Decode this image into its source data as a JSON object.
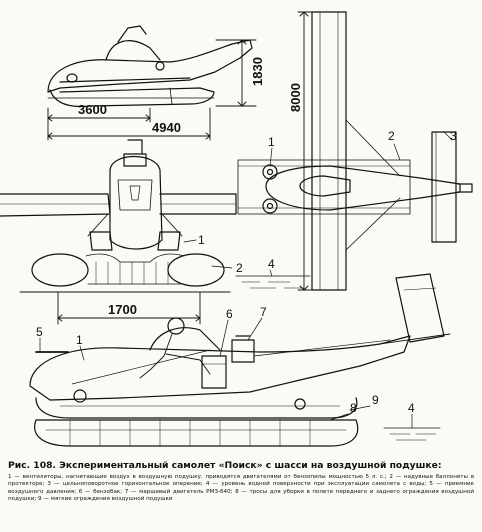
{
  "figure": {
    "dimensions": {
      "height_side": "1830",
      "length_short": "3600",
      "length_total": "4940",
      "span": "8000",
      "track_width": "1700"
    },
    "callouts": {
      "c1_plan": "1",
      "c2_plan": "2",
      "c3_plan": "3",
      "c1_front": "1",
      "c2_front": "2",
      "c4_front": "4",
      "c5_side": "5",
      "c1_side": "1",
      "c6_side": "6",
      "c7_side": "7",
      "c8_side": "8",
      "c9_side": "9",
      "c4_side": "4"
    }
  },
  "caption": {
    "title": "Рис. 108. Экспериментальный самолет «Поиск» с шасси на воздушной подушке:",
    "body": "1 — вентиляторы, нагнетающие воздух в воздушную подушку, приводятся двигателями от бензопилы мощностью 5 л. с.; 2 — надувные баллонеты в протекторе; 3 — цельноповоротное горизонтальное оперение; 4 — уровень водной поверхности при эксплуатации самолета с воды; 5 — приемник воздушного давления; 6 — бензобак; 7 — маршевый двигатель РМЗ-640; 8 — тросы для уборки в полете переднего и заднего ограждения воздушной подушки; 9 — мягкие ограждения воздушной подушки"
  }
}
